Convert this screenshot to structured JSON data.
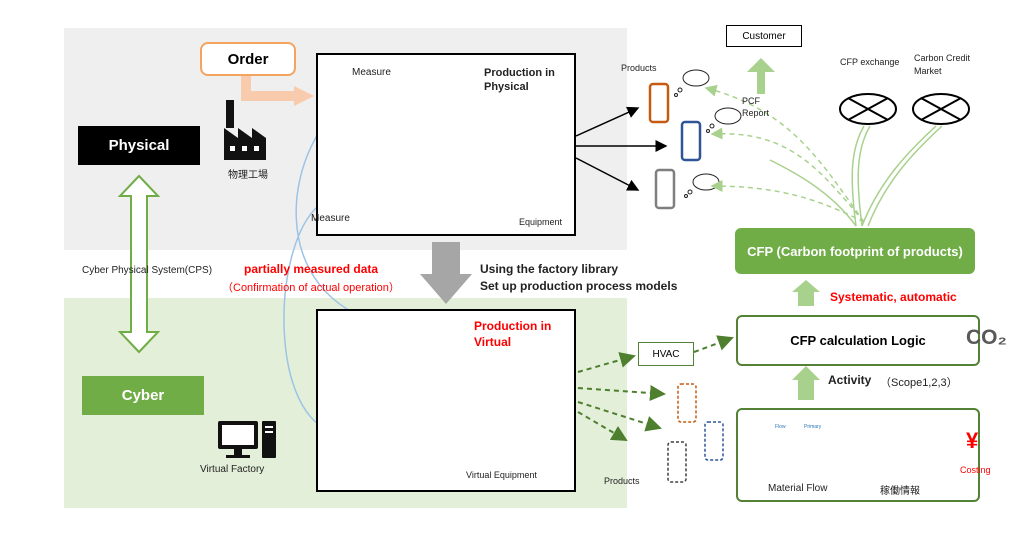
{
  "zones": {
    "physical_label": "Physical",
    "cyber_label": "Cyber",
    "cps_label": "Cyber Physical System(CPS)"
  },
  "physical": {
    "order": "Order",
    "factory_caption": "物理工場",
    "measure_top": "Measure",
    "measure_bottom": "Measure",
    "production_title_1": "Production in",
    "production_title_2": "Physical",
    "equipment": "Equipment"
  },
  "transition": {
    "partial_data": "partially measured data",
    "confirmation": "（Confirmation of actual operation）",
    "library_1": "Using the factory library",
    "library_2": "Set up production process models"
  },
  "cyber": {
    "production_title_1": "Production in",
    "production_title_2": "Virtual",
    "virtual_equipment": "Virtual Equipment",
    "virtual_factory": "Virtual Factory",
    "products": "Products",
    "hvac": "HVAC"
  },
  "right": {
    "customer": "Customer",
    "products": "Products",
    "pcf_report_1": "PCF",
    "pcf_report_2": "Report",
    "cfp_exchange": "CFP exchange",
    "carbon_credit_1": "Carbon Credit",
    "carbon_credit_2": "Market",
    "cfp": "CFP (Carbon  footprint of products)",
    "systematic": "Systematic, automatic",
    "logic": "CFP calculation Logic",
    "co2": "CO₂",
    "activity": "Activity",
    "scope": "（Scope1,2,3）",
    "material_flow": "Material Flow",
    "operation_info": "稼働情報",
    "yen": "¥",
    "costing": "Costing",
    "thumb_1": "Flow",
    "thumb_2": "Primary"
  },
  "colors": {
    "accent_green": "#70ad47",
    "dark_green": "#538135",
    "light_green": "#a9d18e",
    "red": "#ff0000",
    "orange": "#f4a460",
    "phone_orange": "#c55a11",
    "phone_blue": "#2f5597",
    "phone_gray": "#7f7f7f"
  }
}
